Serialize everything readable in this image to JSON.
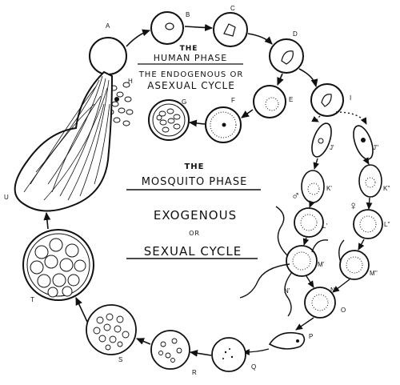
{
  "texts": {
    "human_the": "THE",
    "human_phase": "HUMAN PHASE",
    "endo_line1": "THE ENDOGENOUS OR",
    "endo_line2": "ASEXUAL CYCLE",
    "mosq_the": "THE",
    "mosq_phase": "MOSQUITO PHASE",
    "exo_line1": "EXOGENOUS",
    "exo_or": "OR",
    "exo_line3": "SEXUAL CYCLE"
  },
  "stage_labels": {
    "A": "A",
    "B": "B",
    "C": "C",
    "D": "D",
    "E": "E",
    "F": "F",
    "G": "G",
    "H": "H",
    "I": "I",
    "J1": "J'",
    "J2": "J''",
    "K1": "K'",
    "K2": "K''",
    "L1": "L'",
    "L2": "L''",
    "M1": "M'",
    "M2": "M''",
    "N1": "N'",
    "N2": "N''",
    "O": "O",
    "P": "P",
    "Q": "Q",
    "R": "R",
    "S": "S",
    "T": "T",
    "U": "U",
    "male": "♂",
    "female": "♀"
  },
  "colors": {
    "ink": "#111111",
    "paper": "#ffffff"
  }
}
